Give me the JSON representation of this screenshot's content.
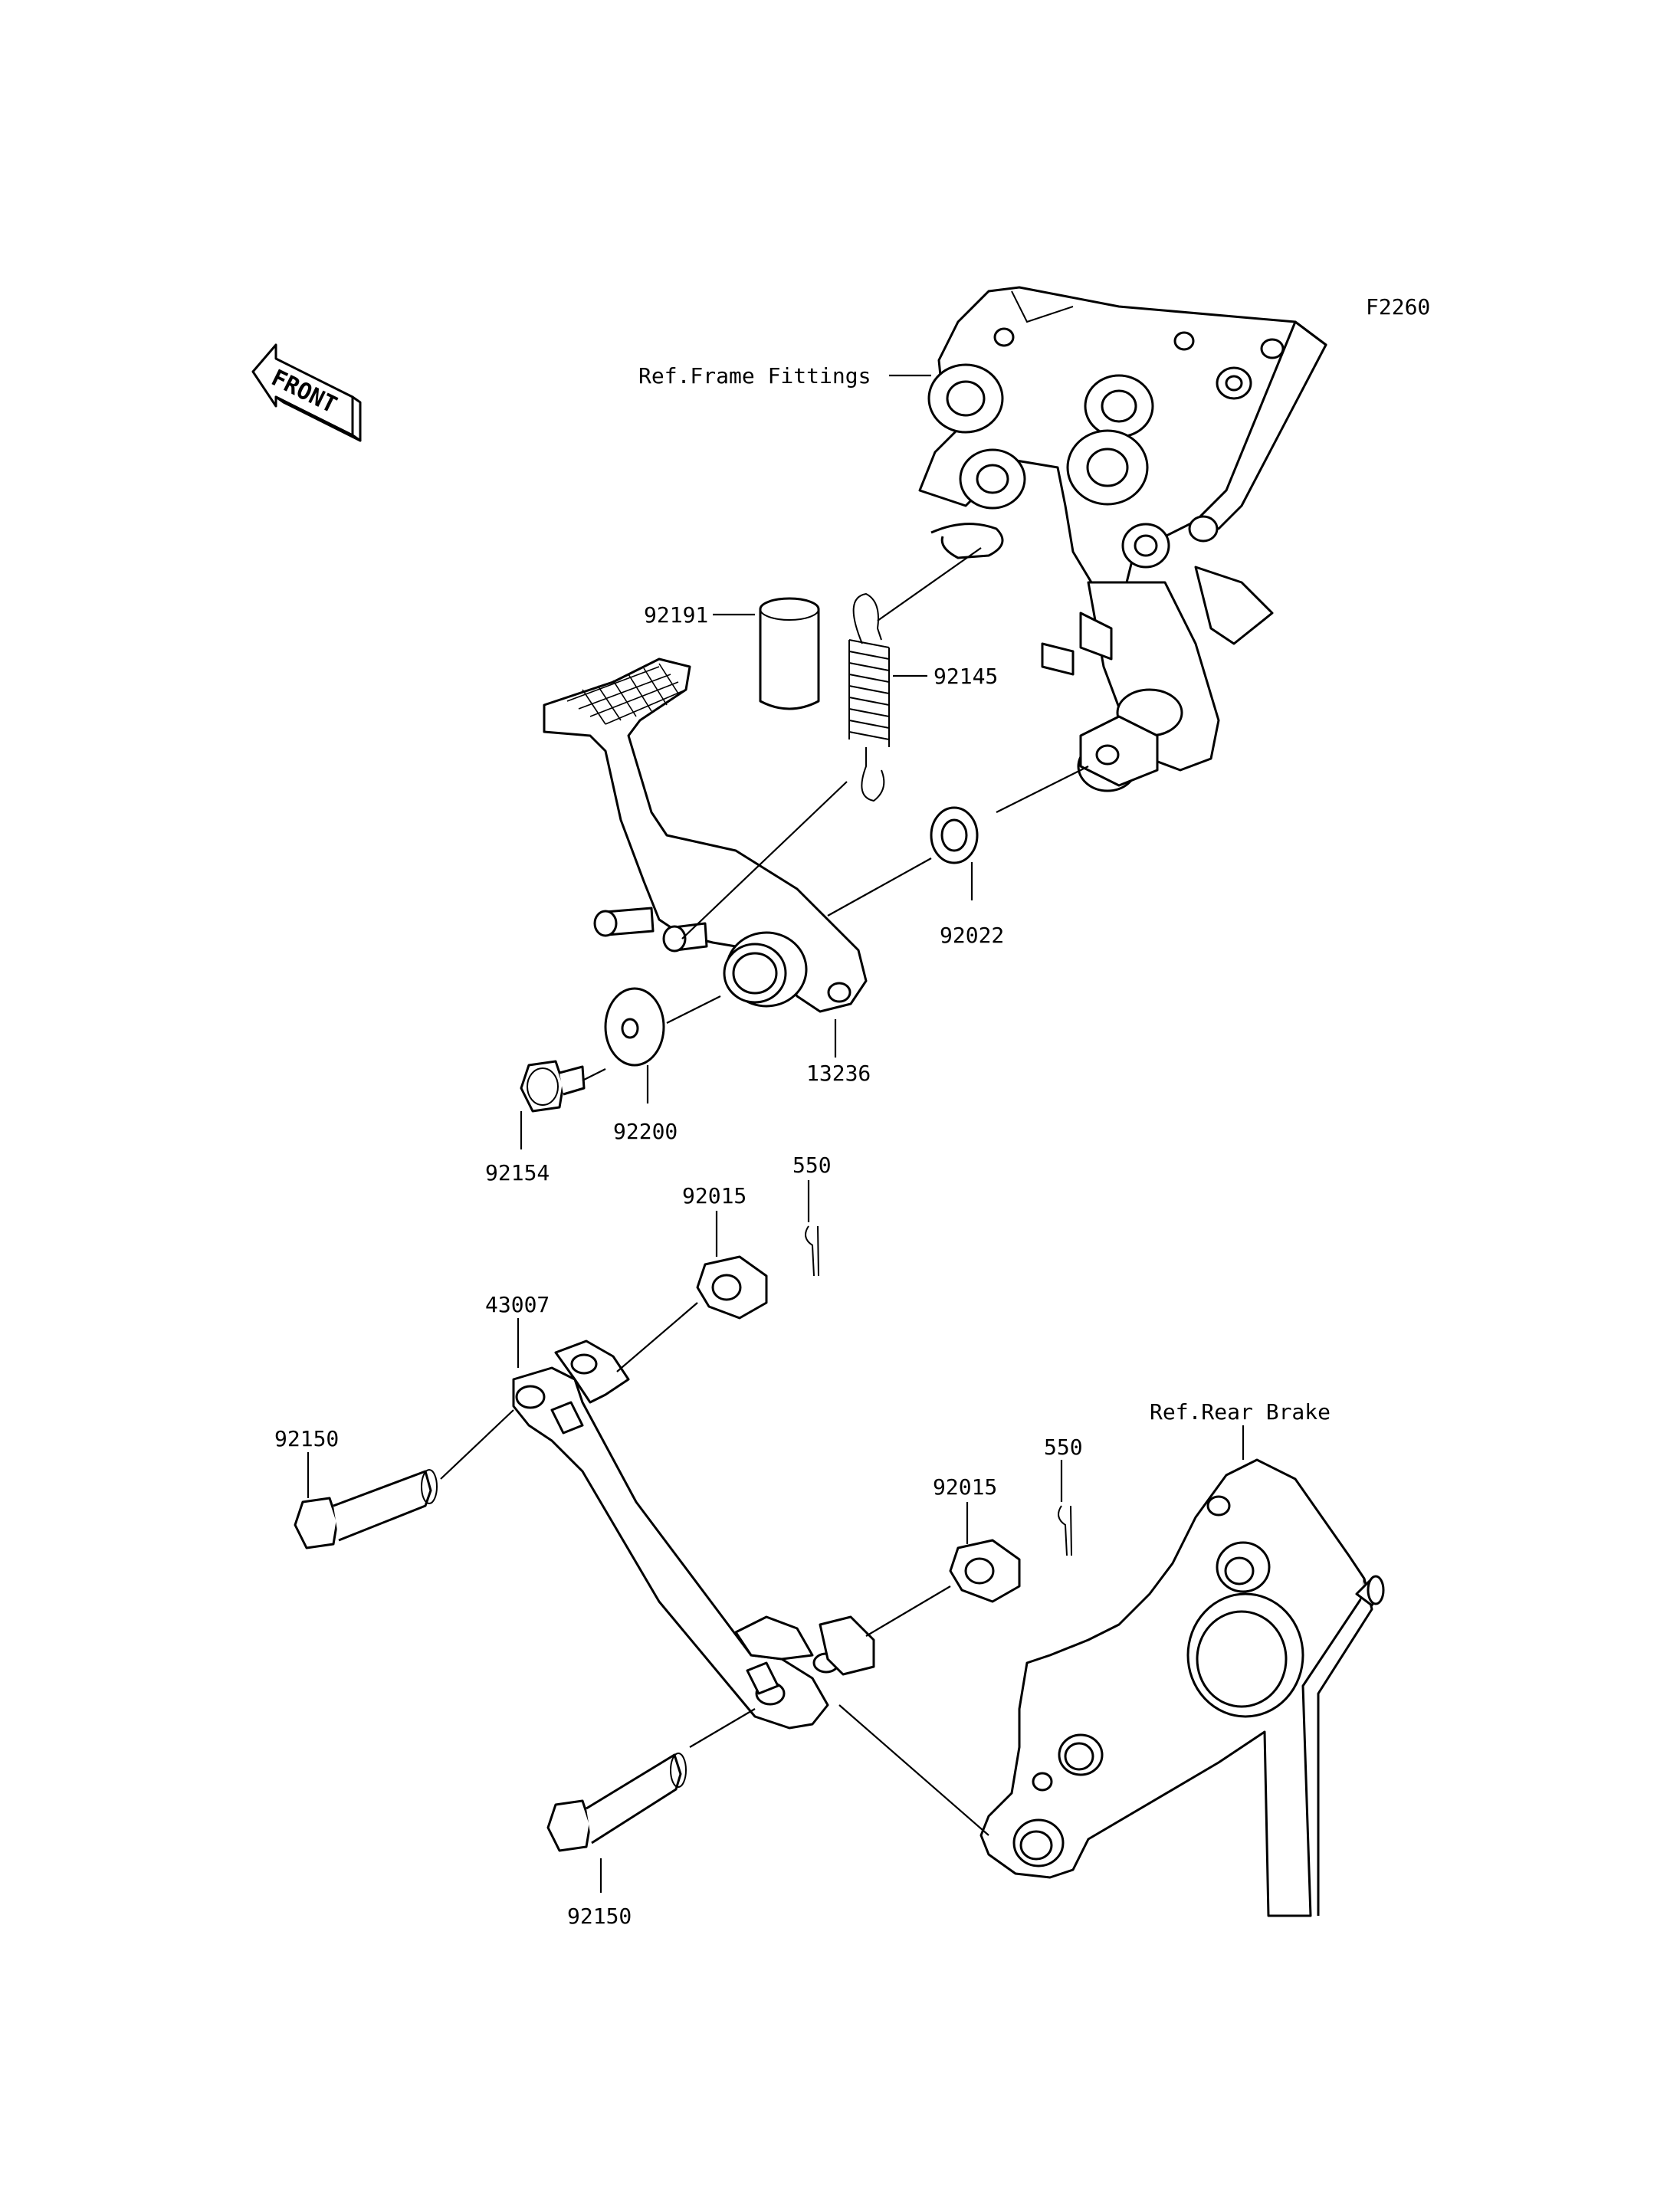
{
  "diagram": {
    "code": "F2260",
    "front_badge": "FRONT",
    "references": {
      "frame_fittings": "Ref.Frame Fittings",
      "rear_brake": "Ref.Rear Brake"
    },
    "parts": {
      "p92191": "92191",
      "p92145": "92145",
      "p92022": "92022",
      "p13236": "13236",
      "p92200": "92200",
      "p92154": "92154",
      "p92015_top": "92015",
      "p550_top": "550",
      "p43007": "43007",
      "p92150_top": "92150",
      "p92015_bottom": "92015",
      "p550_bottom": "550",
      "p92150_bottom": "92150"
    }
  }
}
